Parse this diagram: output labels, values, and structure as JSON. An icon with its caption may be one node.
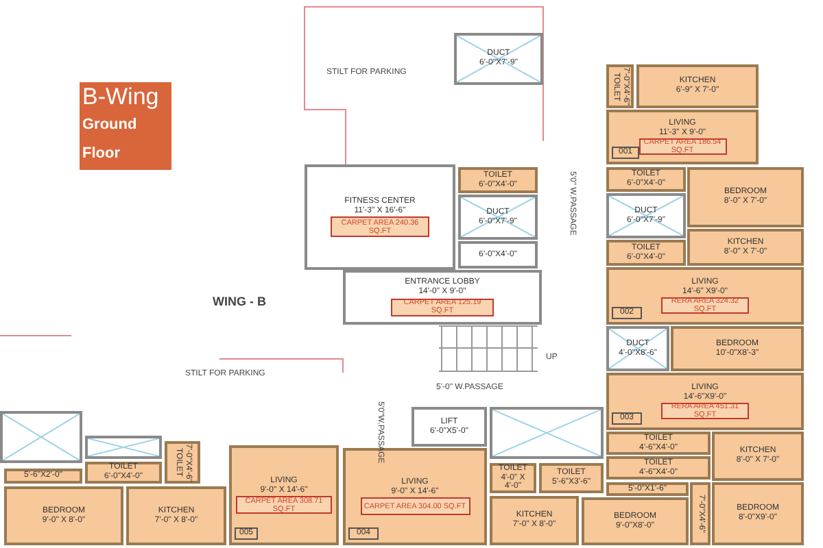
{
  "diagram": {
    "nodes": [
      {
        "text": [
          "B-Wing",
          "Ground Floor"
        ]
      },
      {
        "text": [
          "DUCT",
          "6'-0\"X7'-9\""
        ]
      },
      {
        "text": [
          "FITNESS CENTER",
          "11'-3\" X 16'-6\""
        ]
      },
      {
        "text": [
          "CARPET AREA 240.36 SQ.FT"
        ],
        "in": 2
      },
      {
        "text": [
          "TOILET",
          "6'-0\"X4'-0\""
        ]
      },
      {
        "text": [
          "DUCT",
          "6'-0\"X7'-9\""
        ]
      },
      {
        "text": [
          "6'-0\"X4'-0\""
        ]
      },
      {
        "text": [
          "ENTRANCE LOBBY",
          "14'-0\" X 9'-0\""
        ]
      },
      {
        "text": [
          "CARPET AREA 125.19 SQ.FT"
        ],
        "in": 7
      },
      {
        "text": [
          "LIFT",
          "6'-0\"X5'-0\""
        ]
      },
      {
        "text": [
          "TOILET",
          "7'-0\"X4'-6\""
        ]
      },
      {
        "text": [
          "KITCHEN",
          "6'-9\" X 7'-0\""
        ]
      },
      {
        "text": [
          "LIVING",
          "11'-3\" X 9'-0\""
        ]
      },
      {
        "text": [
          "CARPET AREA 186.54 SQ.FT"
        ],
        "in": 12
      },
      {
        "text": [
          "001"
        ],
        "in": 12
      },
      {
        "text": [
          "TOILET",
          "6'-0\"X4'-0\""
        ]
      },
      {
        "text": [
          "DUCT",
          "6'-0\"X7'-9\""
        ]
      },
      {
        "text": [
          "TOILET",
          "6'-0\"X4'-0\""
        ]
      },
      {
        "text": [
          "BEDROOM",
          "8'-0\" X 7'-0\""
        ]
      },
      {
        "text": [
          "KITCHEN",
          "8'-0\" X 7'-0\""
        ]
      },
      {
        "text": [
          "LIVING",
          "14'-6\" X9'-0\""
        ]
      },
      {
        "text": [
          "RERA AREA 324.32 SQ.FT"
        ],
        "in": 20
      },
      {
        "text": [
          "002"
        ],
        "in": 20
      },
      {
        "text": [
          "DUCT",
          "4'-0\"X8'-6\""
        ]
      },
      {
        "text": [
          "BEDROOM",
          "10'-0\"X8'-3\""
        ]
      },
      {
        "text": [
          "LIVING",
          "14'-6\"X9'-0\""
        ]
      },
      {
        "text": [
          "RERA AREA 451.31 SQ.FT"
        ],
        "in": 25
      },
      {
        "text": [
          "003"
        ],
        "in": 25
      },
      {
        "text": [
          "TOILET",
          "4'-6\"X4'-0\""
        ]
      },
      {
        "text": [
          "KITCHEN",
          "8'-0\" X 7'-0\""
        ]
      },
      {
        "text": [
          "TOILET",
          "4'-6\"X4'-0\""
        ]
      },
      {
        "text": [
          "7'-0\"X4'-6\""
        ]
      },
      {
        "text": [
          "BEDROOM",
          "8'-0\"X9'-0\""
        ]
      },
      {
        "text": [
          "5'-0\"X1'-6\""
        ]
      },
      {
        "text": [
          "BEDROOM",
          "9'-0\"X8'-0\""
        ]
      },
      {
        "text": [
          "LIVING",
          "9'-0\" X 14'-6\""
        ]
      },
      {
        "text": [
          "CARPET AREA 304.00 SQ.FT"
        ],
        "in": 35
      },
      {
        "text": [
          "004"
        ],
        "in": 35
      },
      {
        "text": [
          "TOILET",
          "4'-0\" X 4'-0\""
        ]
      },
      {
        "text": [
          "TOILET",
          "5'-6\"X3'-6\""
        ]
      },
      {
        "text": [
          "KITCHEN",
          "7'-0\" X 8'-0\""
        ]
      },
      {
        "text": [
          "5'-6\"X2'-0\""
        ]
      },
      {
        "text": [
          "BEDROOM",
          "9'-0\" X 8'-0\""
        ]
      },
      {
        "text": [
          "TOILET",
          "6'-0\"X4'-0\""
        ]
      },
      {
        "text": [
          "TOILET",
          "7'-0\"X4'-6\""
        ]
      },
      {
        "text": [
          "KITCHEN",
          "7'-0\" X 8'-0\""
        ]
      },
      {
        "text": [
          "LIVING",
          "9'-0\" X 14'-6\""
        ]
      },
      {
        "text": [
          "CARPET AREA 308.71 SQ.FT"
        ],
        "in": 46
      },
      {
        "text": [
          "005"
        ],
        "in": 46
      },
      {
        "text": [],
        "shape": "box"
      },
      {
        "text": [],
        "shape": "box"
      },
      {
        "text": [],
        "shape": "box"
      }
    ],
    "labels": [
      "STILT FOR PARKING",
      "5'0\" W.PASSAGE",
      "WING - B",
      "UP",
      "STILT FOR PARKING",
      "5'-0\" W.PASSAGE",
      "5'0\"W.PASSAGE"
    ]
  }
}
